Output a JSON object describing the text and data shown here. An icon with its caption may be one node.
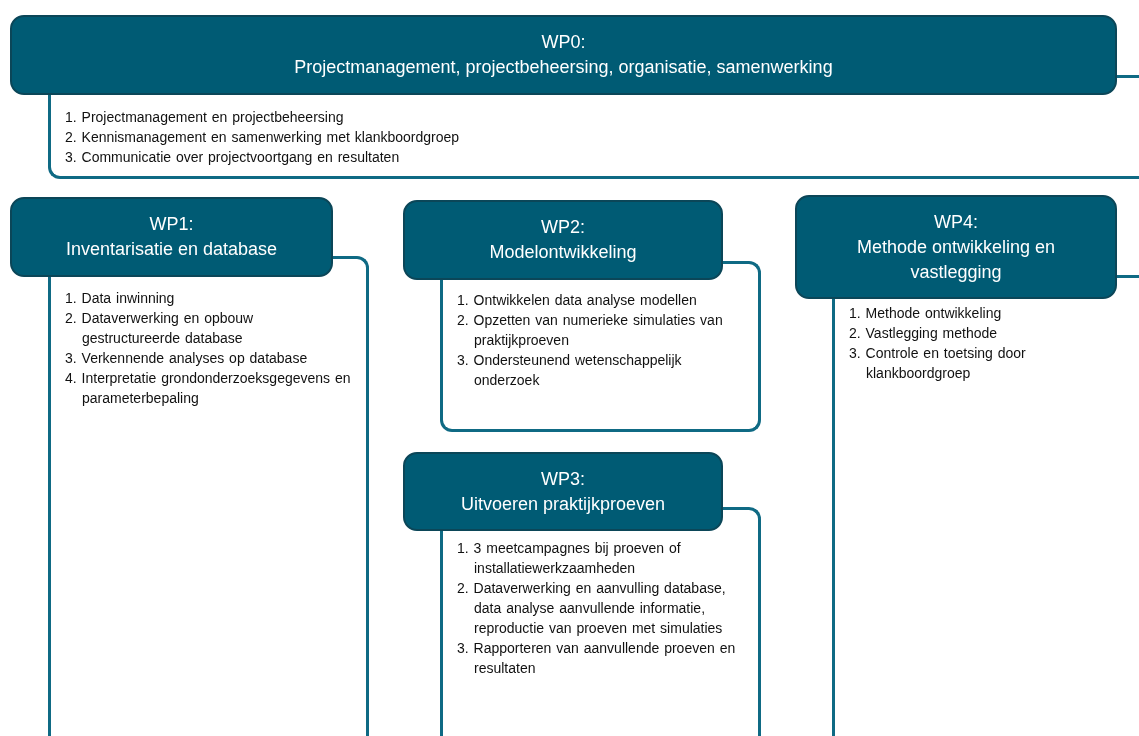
{
  "diagram": {
    "nodes": [
      {
        "text": [
          "WP0:",
          "Projectmanagement, projectbeheersing, organisatie, samenwerking"
        ]
      },
      {
        "text": [
          "1. Projectmanagement en projectbeheersing",
          "2. Kennismanagement en samenwerking met klankboordgroep",
          "3. Communicatie over projectvoortgang en resultaten"
        ]
      },
      {
        "text": [
          "WP1:",
          "Inventarisatie en database"
        ]
      },
      {
        "text": [
          "1. Data inwinning",
          "2. Dataverwerking en opbouw gestructureerde database",
          "3. Verkennende analyses op database",
          "4. Interpretatie grondonderzoeksgegevens en parameterbepaling"
        ]
      },
      {
        "text": [
          "WP2:",
          "Modelontwikkeling"
        ]
      },
      {
        "text": [
          "1. Ontwikkelen data analyse modellen",
          "2. Opzetten van numerieke simulaties van praktijkproeven",
          "3. Ondersteunend wetenschappelijk onderzoek"
        ]
      },
      {
        "text": [
          "WP3:",
          "Uitvoeren praktijkproeven"
        ]
      },
      {
        "text": [
          "1. 3 meetcampagnes bij proeven of installatiewerkzaamheden",
          "2. Dataverwerking en aanvulling database, data analyse aanvullende informatie, reproductie van proeven met simulaties",
          "3. Rapporteren van aanvullende proeven en resultaten"
        ]
      },
      {
        "text": [
          "WP4:",
          "Methode ontwikkeling en vastlegging"
        ]
      },
      {
        "text": [
          "1. Methode ontwikkeling",
          "2. Vastlegging methode",
          "3. Controle en toetsing door klankboordgroep"
        ]
      }
    ]
  }
}
